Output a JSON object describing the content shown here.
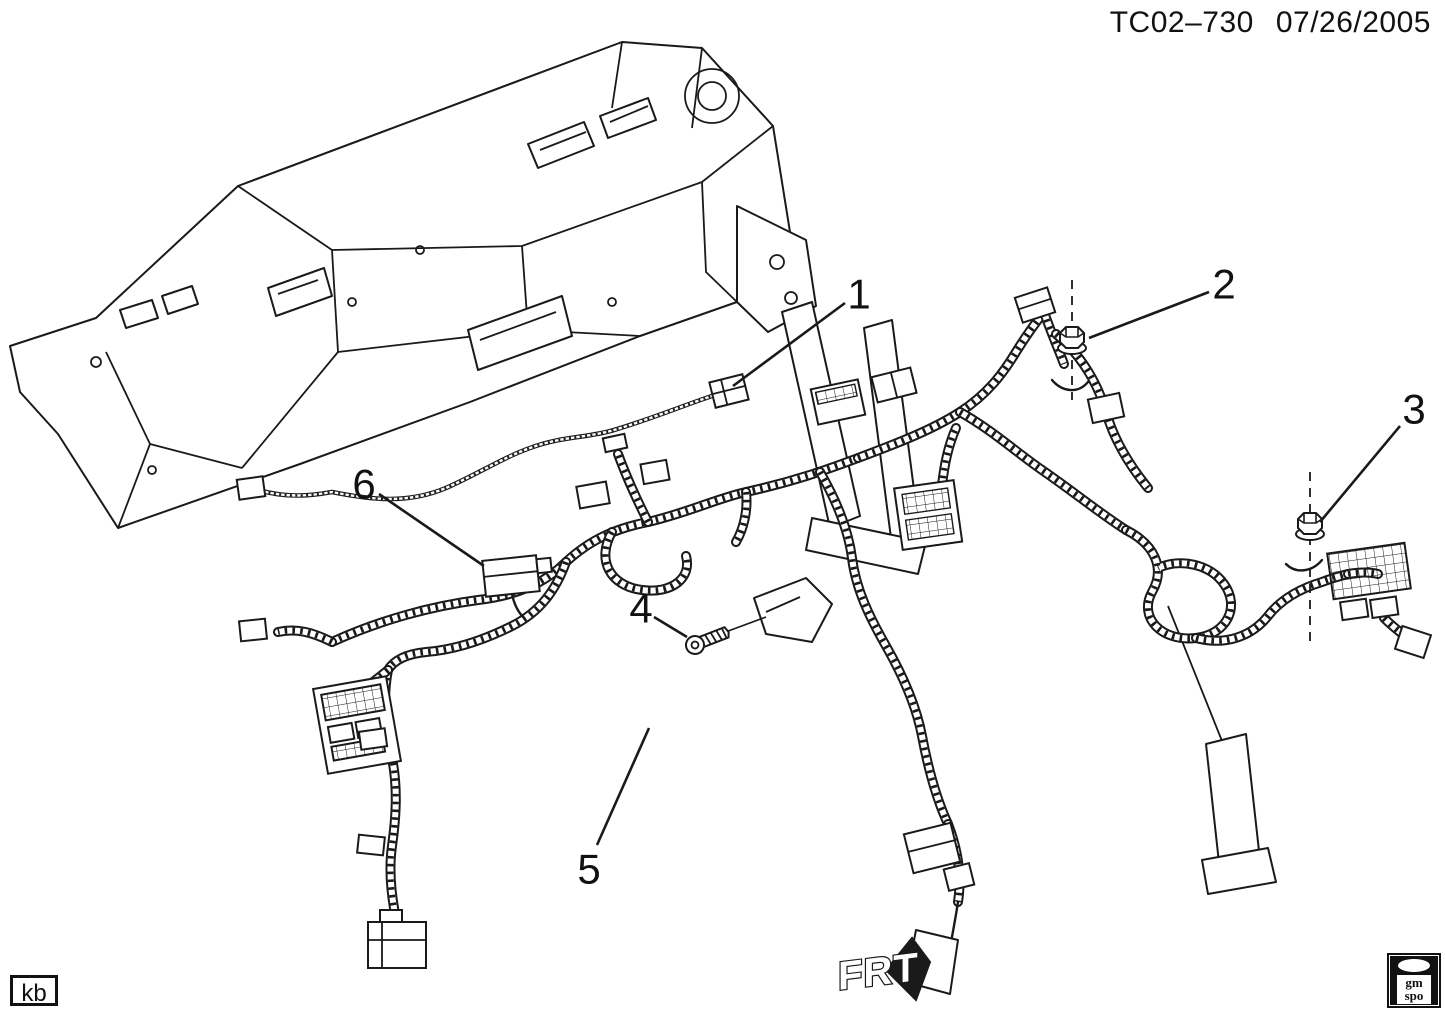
{
  "header": {
    "drawing_number": "TC02–730",
    "date": "07/26/2005"
  },
  "callouts": [
    {
      "label": "1"
    },
    {
      "label": "2"
    },
    {
      "label": "3"
    },
    {
      "label": "4"
    },
    {
      "label": "5"
    },
    {
      "label": "6"
    }
  ],
  "direction_indicator": {
    "label": "FRT"
  },
  "corner_stamp": {
    "label": "kb"
  },
  "logo": {
    "line1": "gm",
    "line2": "spo"
  },
  "colors": {
    "ink": "#1a1a1a",
    "background": "#ffffff"
  }
}
